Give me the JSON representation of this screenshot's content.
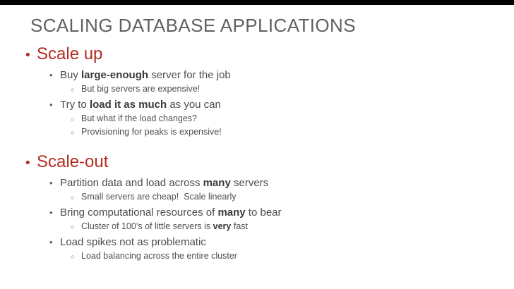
{
  "slide": {
    "title": "SCALING DATABASE APPLICATIONS",
    "colors": {
      "accent_red": "#b32d23",
      "title_gray": "#616161",
      "body_gray": "#4c4c4c",
      "top_bar_black": "#020202",
      "background": "#ffffff"
    },
    "bullets": {
      "level1": "•",
      "level2": "•",
      "level3": "○"
    },
    "sections": [
      {
        "heading": "Scale up",
        "items": [
          {
            "pre": "Buy ",
            "bold": "large-enough",
            "post": " server for the job",
            "subs": [
              {
                "pre": "But big servers are expensive!",
                "bold": "",
                "post": ""
              }
            ]
          },
          {
            "pre": "Try to ",
            "bold": "load it as much",
            "post": " as you can",
            "subs": [
              {
                "pre": "But what if the load changes?",
                "bold": "",
                "post": ""
              },
              {
                "pre": "Provisioning for peaks is expensive!",
                "bold": "",
                "post": ""
              }
            ]
          }
        ]
      },
      {
        "heading": "Scale-out",
        "items": [
          {
            "pre": "Partition data and load across ",
            "bold": "many",
            "post": " servers",
            "subs": [
              {
                "pre": "Small servers are cheap!  Scale linearly",
                "bold": "",
                "post": ""
              }
            ]
          },
          {
            "pre": "Bring computational resources of ",
            "bold": "many",
            "post": " to bear",
            "subs": [
              {
                "pre": "Cluster of 100’s of little servers is ",
                "bold": "very",
                "post": " fast"
              }
            ]
          },
          {
            "pre": "Load spikes not as problematic",
            "bold": "",
            "post": "",
            "subs": [
              {
                "pre": "Load balancing across the entire cluster",
                "bold": "",
                "post": ""
              }
            ]
          }
        ]
      }
    ]
  }
}
